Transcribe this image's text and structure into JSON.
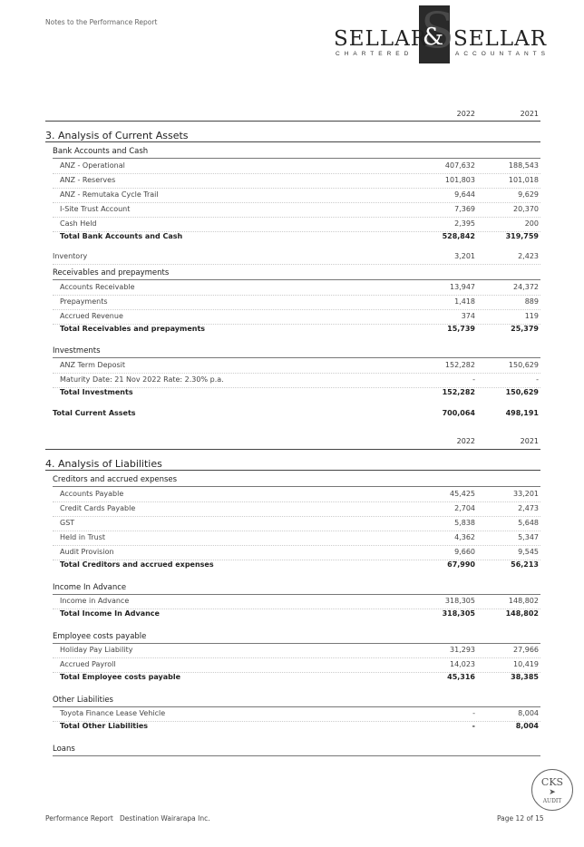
{
  "header": {
    "notes_title": "Notes to the Performance Report",
    "logo_left": "SELLAR",
    "logo_amp": "&",
    "logo_right": "SELLAR",
    "logo_sub_left": "CHARTERED",
    "logo_sub_right": "ACCOUNTANTS"
  },
  "years": {
    "y1": "2022",
    "y2": "2021"
  },
  "assets": {
    "title": "3. Analysis of Current Assets",
    "bank_head": "Bank Accounts and Cash",
    "bank_rows": [
      {
        "label": "ANZ - Operational",
        "v1": "407,632",
        "v2": "188,543"
      },
      {
        "label": "ANZ - Reserves",
        "v1": "101,803",
        "v2": "101,018"
      },
      {
        "label": "ANZ - Remutaka Cycle Trail",
        "v1": "9,644",
        "v2": "9,629"
      },
      {
        "label": "I-Site Trust Account",
        "v1": "7,369",
        "v2": "20,370"
      },
      {
        "label": "Cash Held",
        "v1": "2,395",
        "v2": "200"
      }
    ],
    "bank_total": {
      "label": "Total Bank Accounts and Cash",
      "v1": "528,842",
      "v2": "319,759"
    },
    "inventory": {
      "label": "Inventory",
      "v1": "3,201",
      "v2": "2,423"
    },
    "recv_head": "Receivables and prepayments",
    "recv_rows": [
      {
        "label": "Accounts Receivable",
        "v1": "13,947",
        "v2": "24,372"
      },
      {
        "label": "Prepayments",
        "v1": "1,418",
        "v2": "889"
      },
      {
        "label": "Accrued Revenue",
        "v1": "374",
        "v2": "119"
      }
    ],
    "recv_total": {
      "label": "Total Receivables and prepayments",
      "v1": "15,739",
      "v2": "25,379"
    },
    "inv_head": "Investments",
    "inv_rows": [
      {
        "label": "ANZ Term Deposit",
        "v1": "152,282",
        "v2": "150,629"
      },
      {
        "label": "Maturity Date: 21 Nov 2022 Rate: 2.30% p.a.",
        "v1": "-",
        "v2": "-"
      }
    ],
    "inv_total": {
      "label": "Total Investments",
      "v1": "152,282",
      "v2": "150,629"
    },
    "grand_total": {
      "label": "Total Current Assets",
      "v1": "700,064",
      "v2": "498,191"
    }
  },
  "liabilities": {
    "title": "4. Analysis of Liabilities",
    "cred_head": "Creditors and accrued expenses",
    "cred_rows": [
      {
        "label": "Accounts Payable",
        "v1": "45,425",
        "v2": "33,201"
      },
      {
        "label": "Credit Cards Payable",
        "v1": "2,704",
        "v2": "2,473"
      },
      {
        "label": "GST",
        "v1": "5,838",
        "v2": "5,648"
      },
      {
        "label": "Held in Trust",
        "v1": "4,362",
        "v2": "5,347"
      },
      {
        "label": "Audit Provision",
        "v1": "9,660",
        "v2": "9,545"
      }
    ],
    "cred_total": {
      "label": "Total Creditors and accrued expenses",
      "v1": "67,990",
      "v2": "56,213"
    },
    "adv_head": "Income In Advance",
    "adv_rows": [
      {
        "label": "Income in Advance",
        "v1": "318,305",
        "v2": "148,802"
      }
    ],
    "adv_total": {
      "label": "Total Income In Advance",
      "v1": "318,305",
      "v2": "148,802"
    },
    "emp_head": "Employee costs payable",
    "emp_rows": [
      {
        "label": "Holiday Pay Liability",
        "v1": "31,293",
        "v2": "27,966"
      },
      {
        "label": "Accrued Payroll",
        "v1": "14,023",
        "v2": "10,419"
      }
    ],
    "emp_total": {
      "label": "Total Employee costs payable",
      "v1": "45,316",
      "v2": "38,385"
    },
    "oth_head": "Other Liabilities",
    "oth_rows": [
      {
        "label": "Toyota Finance Lease Vehicle",
        "v1": "-",
        "v2": "8,004"
      }
    ],
    "oth_total": {
      "label": "Total Other Liabilities",
      "v1": "-",
      "v2": "8,004"
    },
    "loans_head": "Loans"
  },
  "stamp": {
    "top": "CKS",
    "bottom": "AUDIT"
  },
  "footer": {
    "report": "Performance Report",
    "org": "Destination Wairarapa Inc.",
    "page": "Page 12 of 15"
  }
}
